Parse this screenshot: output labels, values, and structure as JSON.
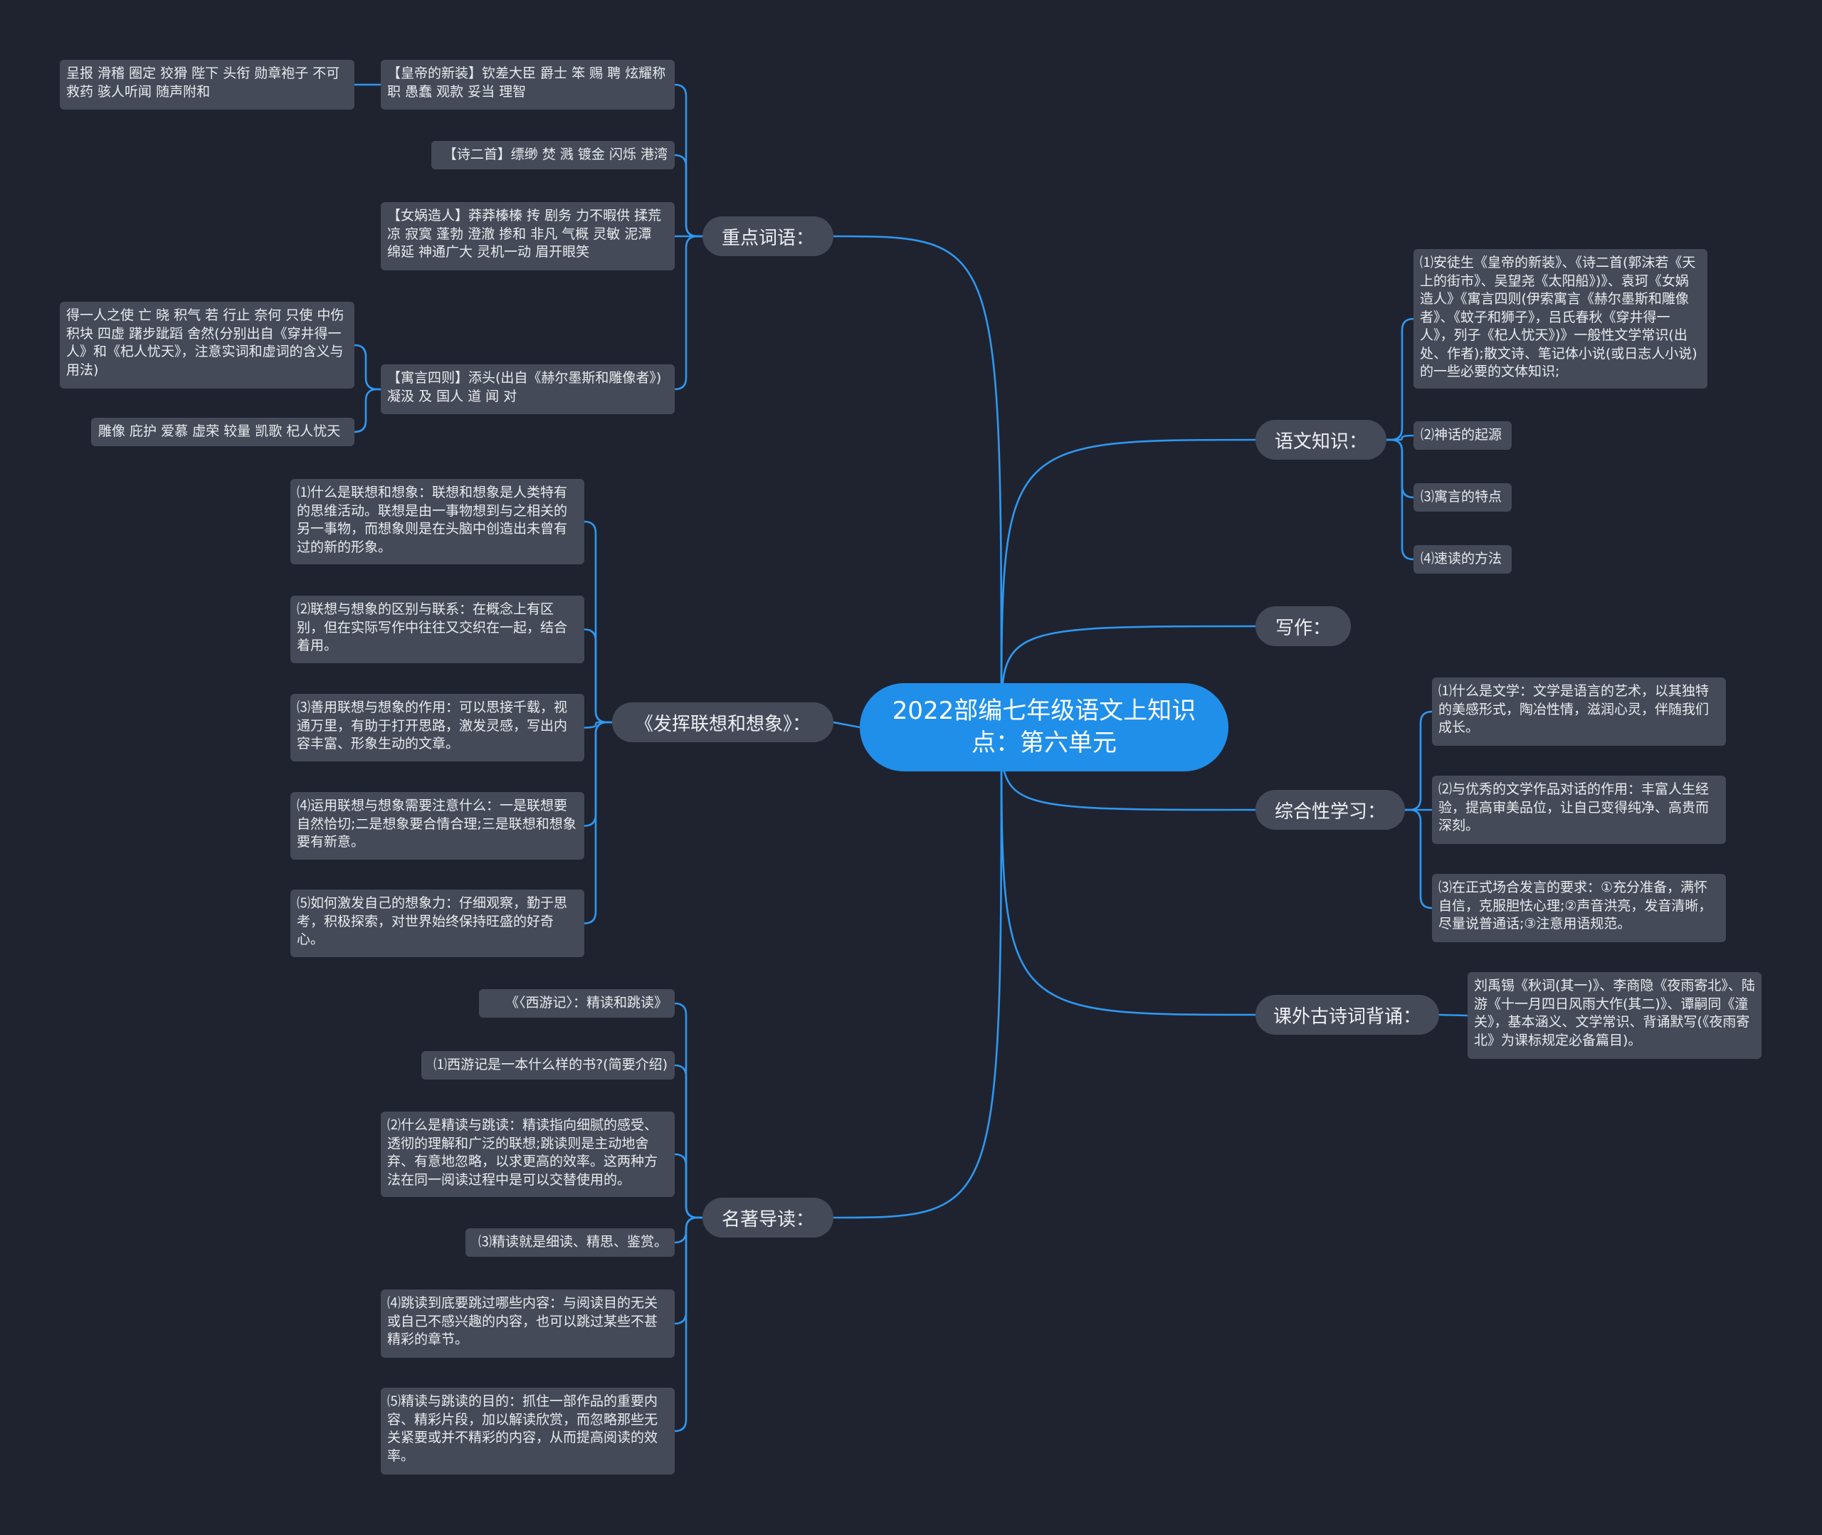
{
  "root": "2022部编七年级语文上知识点：第六单元",
  "branches": {
    "zhongdian": "重点词语：",
    "lianxiang": "《发挥联想和想象》：",
    "mingzhu": "名著导读：",
    "yuwen": "语文知识：",
    "xiezuo": "写作：",
    "zonghe": "综合性学习：",
    "kewai": "课外古诗词背诵："
  },
  "zhongdian": {
    "huangdi": "【皇帝的新装】钦差大臣 爵士 笨 赐 聘 炫耀称职 愚蠢 观款 妥当 理智",
    "huangdi_note": "呈报 滑稽 圈定 狡猾 陛下 头衔 勋章袍子 不可救药 骇人听闻 随声附和",
    "shi": "【诗二首】缥缈 焚 溅 镀金 闪烁 港湾",
    "nvwa": "【女娲造人】莽莽榛榛 抟 剧务 力不暇供 揉荒凉 寂寞 蓬勃 澄澈 掺和 非凡 气概 灵敏 泥潭 绵延 神通广大 灵机一动 眉开眼笑",
    "yuyan": "【寓言四则】添头(出自《赫尔墨斯和雕像者》) 凝汲 及 国人 道 闻 对",
    "yuyan_note1": "得一人之使 亡 晓 积气 若 行止 奈何 只使 中伤 积块 四虚 躇步跐蹈 舍然(分别出自《穿井得一人》和《杞人忧天》，注意实词和虚词的含义与用法)",
    "yuyan_note2": "雕像 庇护 爱慕 虚荣 较量 凯歌 杞人忧天"
  },
  "lianxiang": [
    "⑴什么是联想和想象：联想和想象是人类特有的思维活动。联想是由一事物想到与之相关的另一事物，而想象则是在头脑中创造出未曾有过的新的形象。",
    "⑵联想与想象的区别与联系：在概念上有区别，但在实际写作中往往又交织在一起，结合着用。",
    "⑶善用联想与想象的作用：可以思接千载，视通万里，有助于打开思路，激发灵感，写出内容丰富、形象生动的文章。",
    "⑷运用联想与想象需要注意什么：一是联想要自然恰切;二是想象要合情合理;三是联想和想象要有新意。",
    "⑸如何激发自己的想象力：仔细观察，勤于思考，积极探索，对世界始终保持旺盛的好奇心。"
  ],
  "mingzhu": [
    "《〈西游记〉：精读和跳读》",
    "⑴西游记是一本什么样的书?(简要介绍)",
    "⑵什么是精读与跳读：精读指向细腻的感受、透彻的理解和广泛的联想;跳读则是主动地舍弃、有意地忽略，以求更高的效率。这两种方法在同一阅读过程中是可以交替使用的。",
    "⑶精读就是细读、精思、鉴赏。",
    "⑷跳读到底要跳过哪些内容：与阅读目的无关或自己不感兴趣的内容，也可以跳过某些不甚精彩的章节。",
    "⑸精读与跳读的目的：抓住一部作品的重要内容、精彩片段，加以解读欣赏，而忽略那些无关紧要或并不精彩的内容，从而提高阅读的效率。"
  ],
  "yuwen": [
    "⑴安徒生《皇帝的新装》、《诗二首(郭沫若《天上的街市》、吴望尧《太阳船》)》、袁珂《女娲造人》《寓言四则(伊索寓言《赫尔墨斯和雕像者》、《蚊子和狮子》，吕氏春秋《穿井得一人》，列子《杞人忧天》)》一般性文学常识(出处、作者);散文诗、笔记体小说(或日志人小说)的一些必要的文体知识;",
    "⑵神话的起源",
    "⑶寓言的特点",
    "⑷速读的方法"
  ],
  "zonghe": [
    "⑴什么是文学：文学是语言的艺术，以其独特的美感形式，陶冶性情，滋润心灵，伴随我们成长。",
    "⑵与优秀的文学作品对话的作用：丰富人生经验，提高审美品位，让自己变得纯净、高贵而深刻。",
    "⑶在正式场合发言的要求：①充分准备，满怀自信，克服胆怯心理;②声音洪亮，发音清晰，尽量说普通话;③注意用语规范。"
  ],
  "kewai": [
    "刘禹锡《秋词(其一)》、李商隐《夜雨寄北》、陆游《十一月四日风雨大作(其二)》、谭嗣同《潼关》，基本涵义、文学常识、背诵默写(《夜雨寄北》为课标规定必备篇目)。"
  ],
  "colors": {
    "background": "#1f2330",
    "line": "#2f98f0",
    "root": "#1f8fea",
    "node": "#454a58"
  }
}
